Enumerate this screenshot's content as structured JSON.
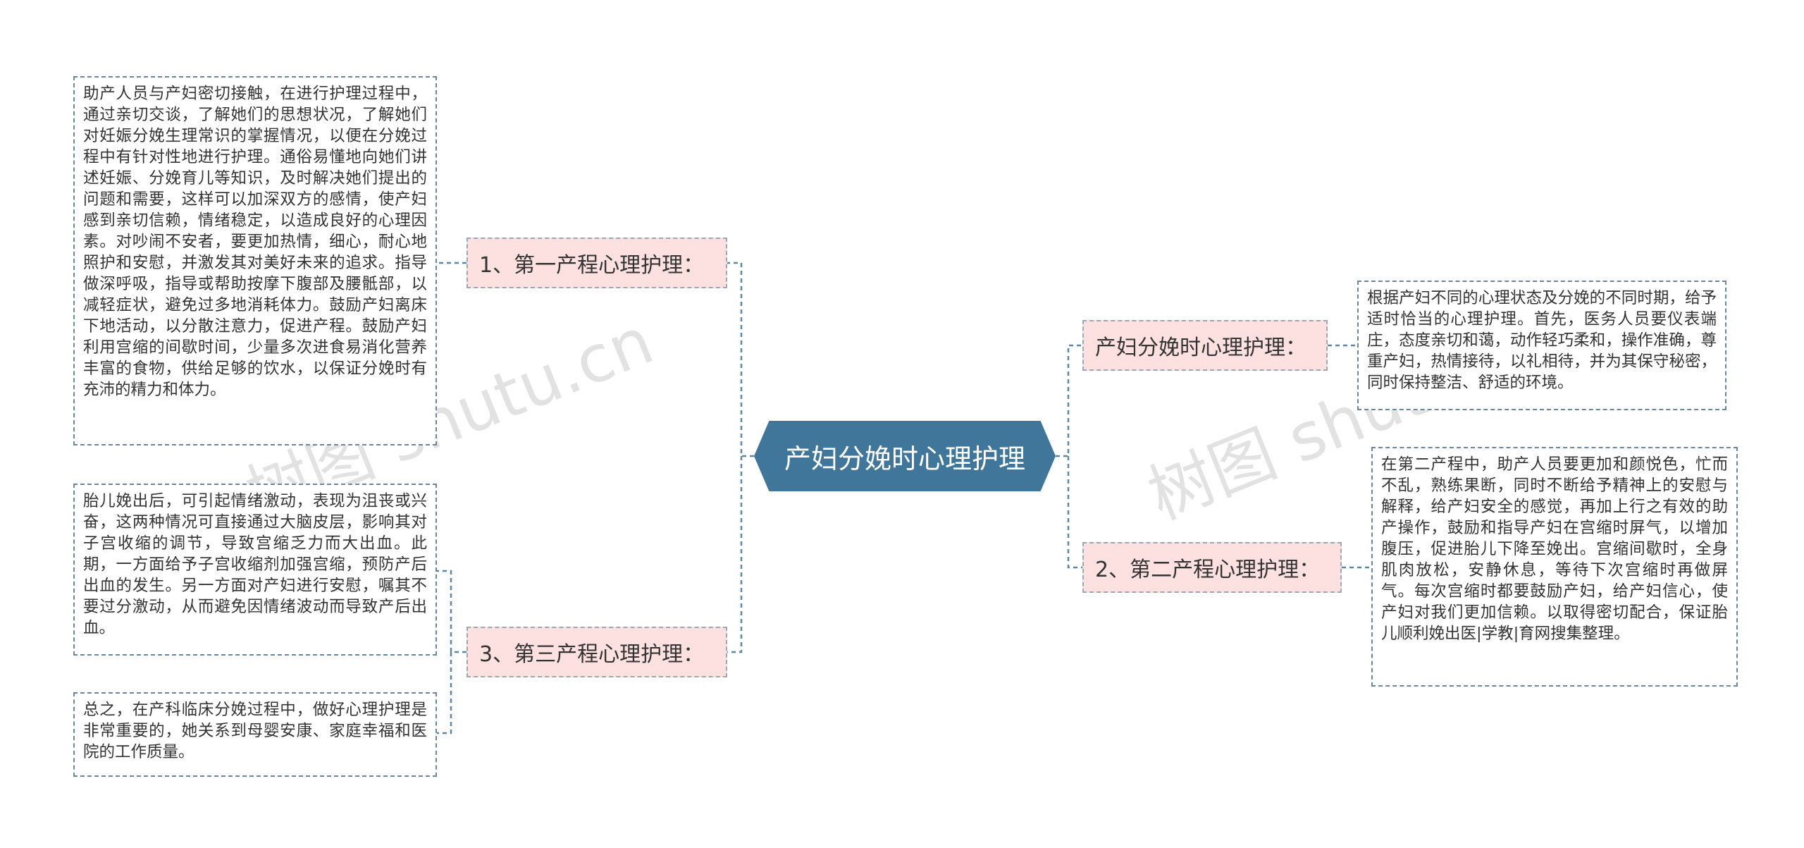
{
  "center": {
    "label": "产妇分娩时心理护理"
  },
  "branches": [
    {
      "label": "1、第一产程心理护理："
    },
    {
      "label": "3、第三产程心理护理："
    },
    {
      "label": "产妇分娩时心理护理："
    },
    {
      "label": "2、第二产程心理护理："
    }
  ],
  "leaves": {
    "first_stage": "助产人员与产妇密切接触，在进行护理过程中，通过亲切交谈，了解她们的思想状况，了解她们对妊娠分娩生理常识的掌握情况，以便在分娩过程中有针对性地进行护理。通俗易懂地向她们讲述妊娠、分娩育儿等知识，及时解决她们提出的问题和需要，这样可以加深双方的感情，使产妇感到亲切信赖，情绪稳定，以造成良好的心理因素。对吵闹不安者，要更加热情，细心，耐心地照护和安慰，并激发其对美好未来的追求。指导做深呼吸，指导或帮助按摩下腹部及腰骶部，以减轻症状，避免过多地消耗体力。鼓励产妇离床下地活动，以分散注意力，促进产程。鼓励产妇利用宫缩的间歇时间，少量多次进食易消化营养丰富的食物，供给足够的饮水，以保证分娩时有充沛的精力和体力。",
    "third_stage_a": "胎儿娩出后，可引起情绪激动，表现为沮丧或兴奋，这两种情况可直接通过大脑皮层，影响其对子宫收缩的调节，导致宫缩乏力而大出血。此期，一方面给予子宫收缩剂加强宫缩，预防产后出血的发生。另一方面对产妇进行安慰，嘱其不要过分激动，从而避免因情绪波动而导致产后出血。",
    "third_stage_b": "总之，在产科临床分娩过程中，做好心理护理是非常重要的，她关系到母婴安康、家庭幸福和医院的工作质量。",
    "general": "根据产妇不同的心理状态及分娩的不同时期，给予适时恰当的心理护理。首先，医务人员要仪表端庄，态度亲切和蔼，动作轻巧柔和，操作准确，尊重产妇，热情接待，以礼相待，并为其保守秘密，同时保持整洁、舒适的环境。",
    "second_stage": "在第二产程中，助产人员要更加和颜悦色，忙而不乱，熟练果断，同时不断给予精神上的安慰与解释，给产妇安全的感觉，再加上行之有效的助产操作，鼓励和指导产妇在宫缩时屏气，以增加腹压，促进胎儿下降至娩出。宫缩间歇时，全身肌肉放松，安静休息，等待下次宫缩时再做屏气。每次宫缩时都要鼓励产妇，给产妇信心，使产妇对我们更加信赖。以取得密切配合，保证胎儿顺利娩出医|学教|育网搜集整理。"
  },
  "watermarks": [
    "树图 shutu.cn",
    "树图 shutu.cn"
  ],
  "colors": {
    "center_fill": "#3f7699",
    "branch_fill": "#fde0e0",
    "connector": "#5b87a6"
  }
}
